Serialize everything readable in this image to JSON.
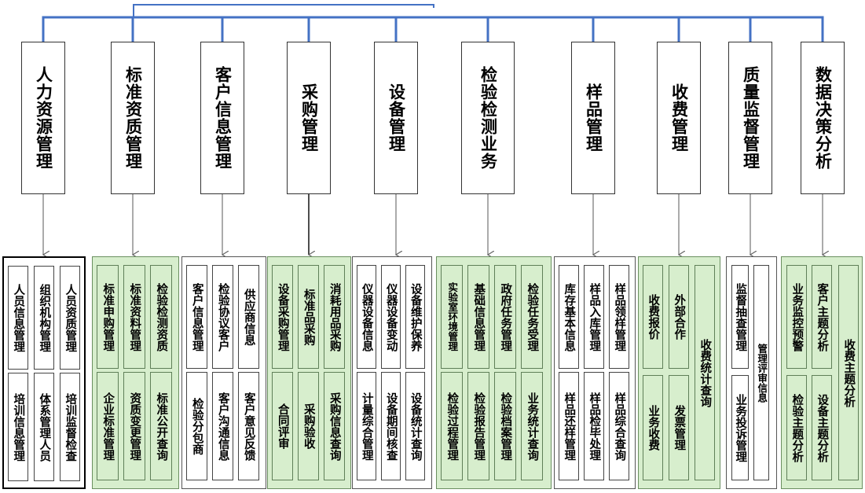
{
  "modules": [
    {
      "title": "人力资源管理",
      "style": "white",
      "rows": [
        [
          "人员信息管理",
          "组织机构管理",
          "人员资质管理"
        ],
        [
          "培训信息管理",
          "体系管理人员",
          "培训监督检查"
        ]
      ]
    },
    {
      "title": "标准资质管理",
      "style": "green",
      "rows": [
        [
          "标准申购管理",
          "标准资料管理",
          "检验检测资质"
        ],
        [
          "企业标准管理",
          "资质变更管理",
          "标准公开查询"
        ]
      ]
    },
    {
      "title": "客户信息管理",
      "style": "pale",
      "rows": [
        [
          "客户信息管理",
          "检验协议客户",
          "供应商信息"
        ],
        [
          "检验分包商",
          "客户沟通信息",
          "客户意见反馈"
        ]
      ]
    },
    {
      "title": "采购管理",
      "style": "green",
      "rows": [
        [
          "设备采购管理",
          "标准品采购",
          "消耗用品采购"
        ],
        [
          "合同评审",
          "采购验收",
          "采购信息查询"
        ]
      ]
    },
    {
      "title": "设备管理",
      "style": "pale",
      "rows": [
        [
          "仪器设备信息",
          "仪器设备变动",
          "设备维护保养"
        ],
        [
          "计量综合管理",
          "设备期间核查",
          "设备统计查询"
        ]
      ]
    },
    {
      "title": "检验检测业务",
      "style": "green",
      "rows": [
        [
          "实验室环境管理",
          "基础信息管理",
          "政府任务管理",
          "检验任务受理"
        ],
        [
          "检验过程管理",
          "检验报告管理",
          "检验档案管理",
          "业务统计查询"
        ]
      ]
    },
    {
      "title": "样品管理",
      "style": "pale",
      "rows": [
        [
          "库存基本信息",
          "样品入库管理",
          "样品领样管理"
        ],
        [
          "样品还样管理",
          "样品检毕处理",
          "样品综合查询"
        ]
      ]
    },
    {
      "title": "收费管理",
      "style": "green",
      "layout": "charge",
      "items": [
        "收费报价",
        "外部合作",
        "业务收费",
        "发票管理",
        "收费统计查询"
      ]
    },
    {
      "title": "质量监督管理",
      "style": "pale",
      "layout": "quality",
      "items": [
        "监督抽查管理",
        "业务投诉管理",
        "管理评审信息"
      ]
    },
    {
      "title": "数据决策分析",
      "style": "green",
      "layout": "data",
      "items": [
        "业务监控预警",
        "客户主题分析",
        "检验主题分析",
        "设备主题分析",
        "收费主题分析"
      ]
    }
  ],
  "colors": {
    "connector": "#4472c4",
    "group_fill": "#d7eecd",
    "arrow": "#666666"
  }
}
